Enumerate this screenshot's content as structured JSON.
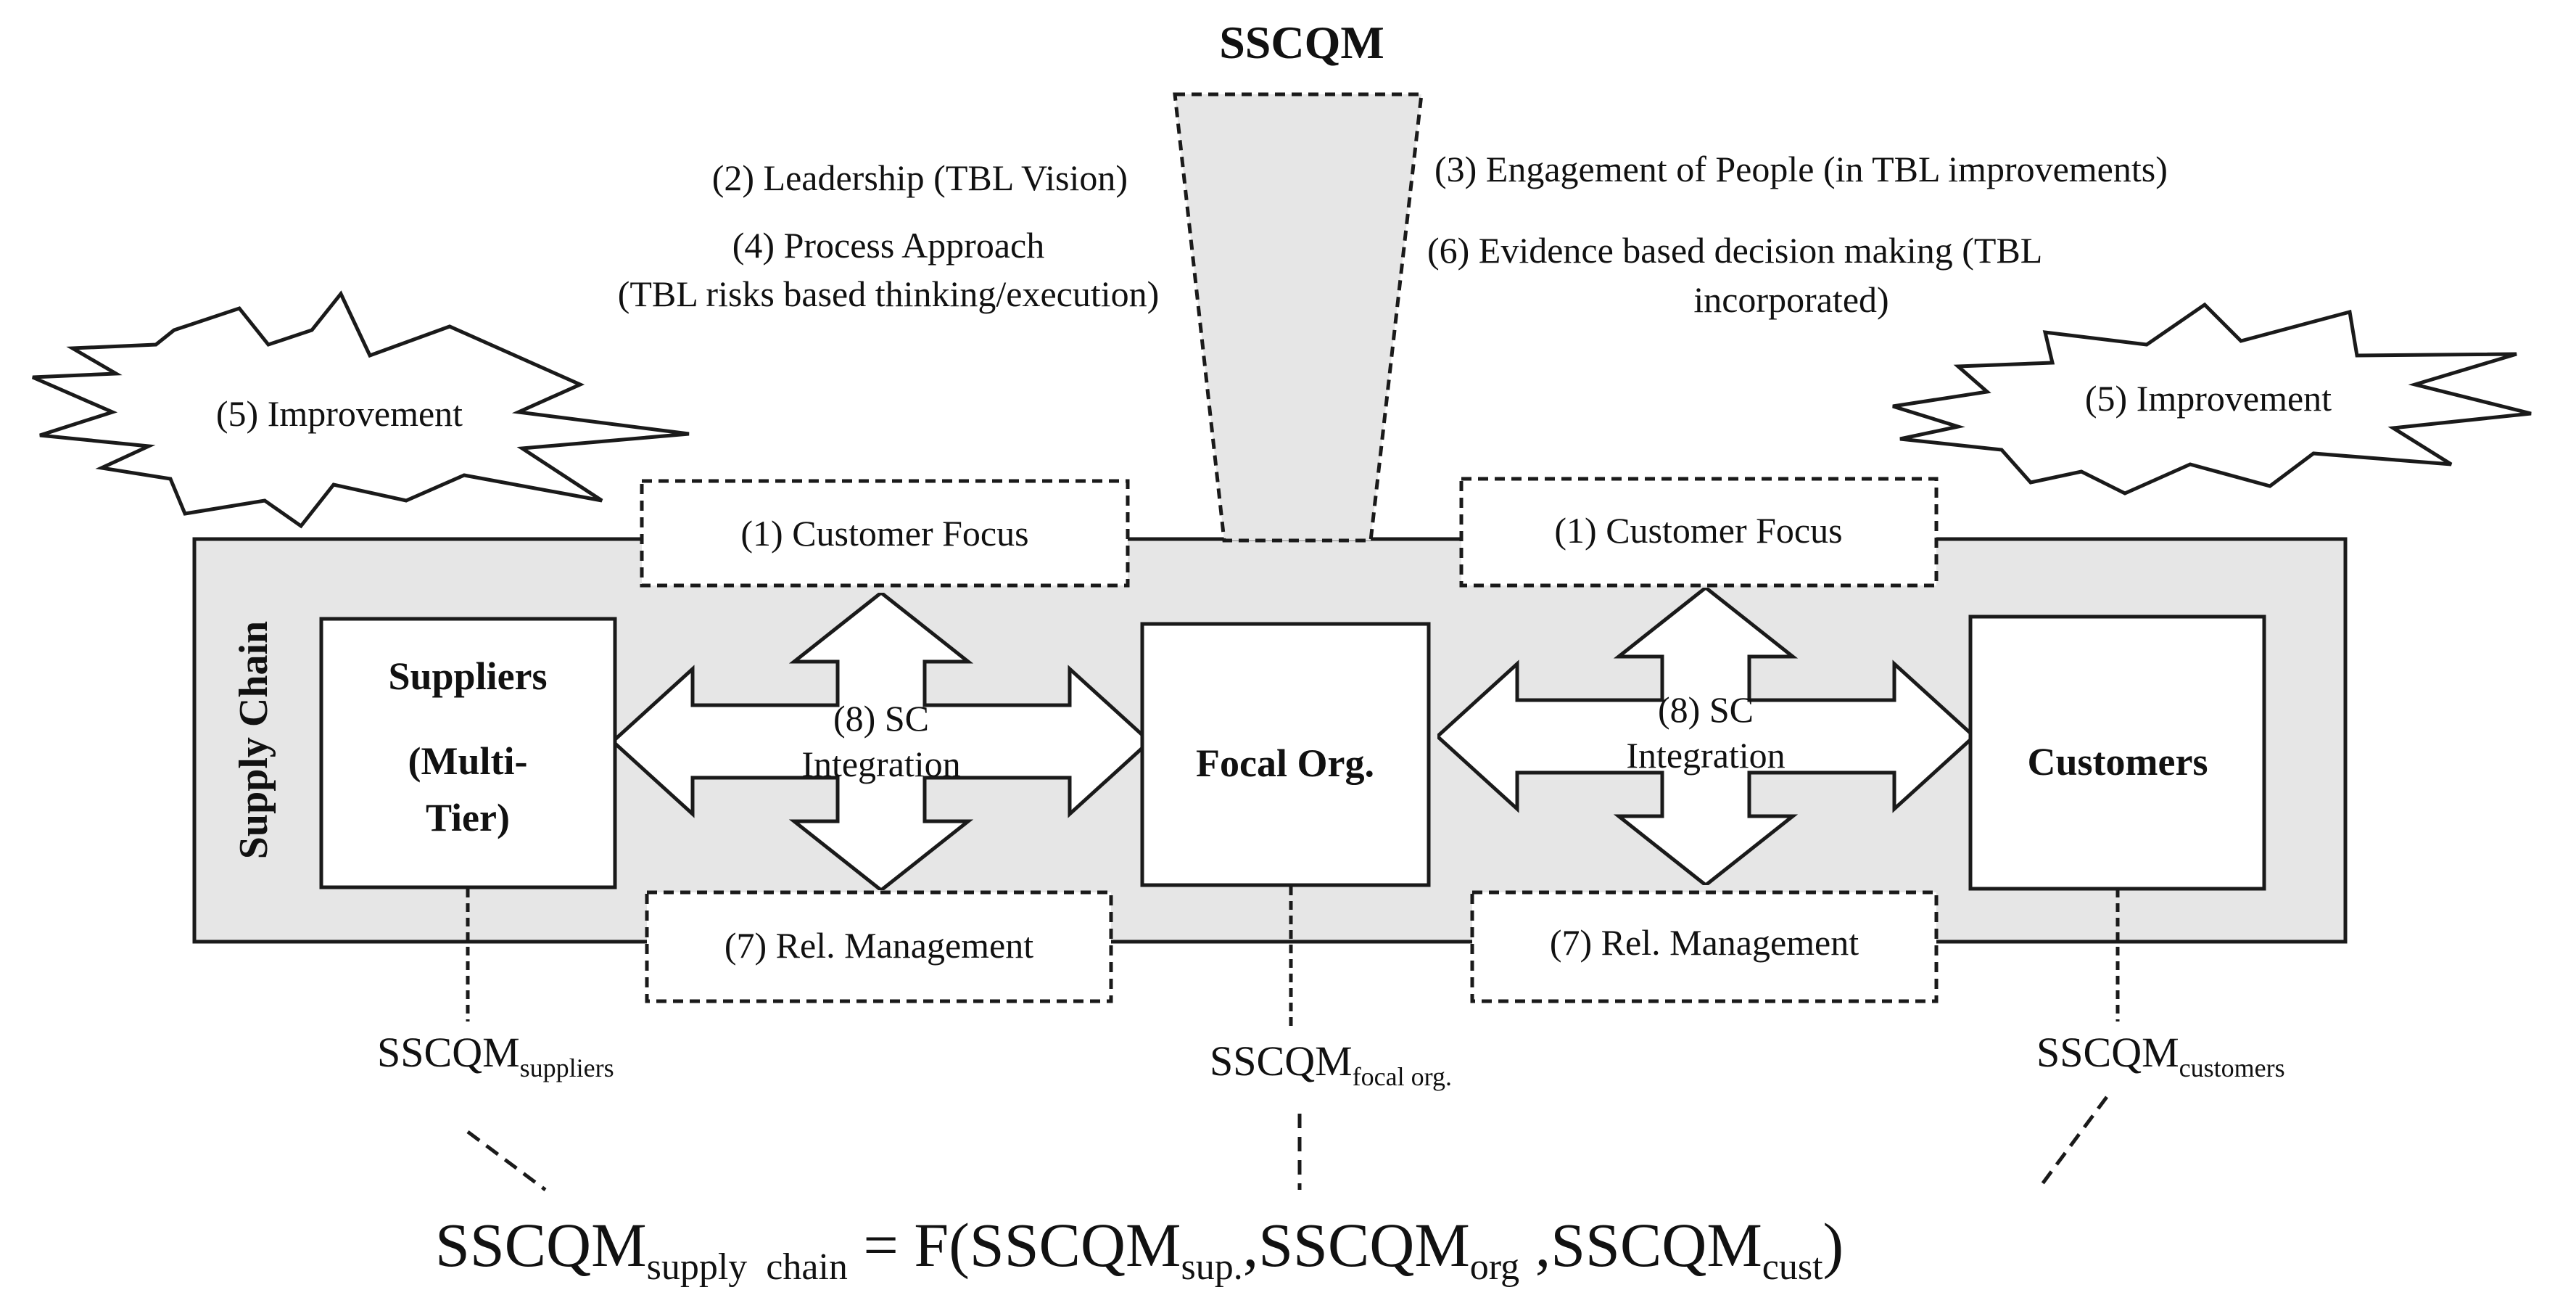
{
  "title": "SSCQM",
  "principles": {
    "leadership": "(2) Leadership (TBL Vision)",
    "process_line1": "(4) Process Approach",
    "process_line2": "(TBL risks based thinking/execution)",
    "engagement": "(3) Engagement of People (in TBL improvements)",
    "evidence_line1": "(6) Evidence based decision making (TBL",
    "evidence_line2": "incorporated)"
  },
  "improvement": {
    "left": "(5) Improvement",
    "right": "(5) Improvement"
  },
  "customer_focus": {
    "left": "(1) Customer Focus",
    "right": "(1) Customer Focus"
  },
  "rel_management": {
    "left": "(7) Rel. Management",
    "right": "(7) Rel. Management"
  },
  "sc_integration": {
    "line1": "(8) SC",
    "line2": "Integration"
  },
  "supply_chain_label": "Supply Chain",
  "nodes": {
    "suppliers_line1": "Suppliers",
    "suppliers_line2": "(Multi-",
    "suppliers_line3": "Tier)",
    "focal": "Focal Org.",
    "customers": "Customers"
  },
  "measures": {
    "base": "SSCQM",
    "suppliers_sub": "suppliers",
    "focal_sub": "focal org.",
    "customers_sub": "customers"
  },
  "formula": {
    "base": "SSCQM",
    "lhs_sub": "supply  chain",
    "eq": " = F(",
    "sup_sub": "sup.",
    "sep1": ",",
    "org_sub": "org",
    "sep2": " ,",
    "cust_sub": "cust",
    "close": ")"
  },
  "colors": {
    "supply_chain_fill": "#e6e6e6",
    "funnel_fill": "#e6e6e6",
    "stroke": "#1a1a1a"
  }
}
